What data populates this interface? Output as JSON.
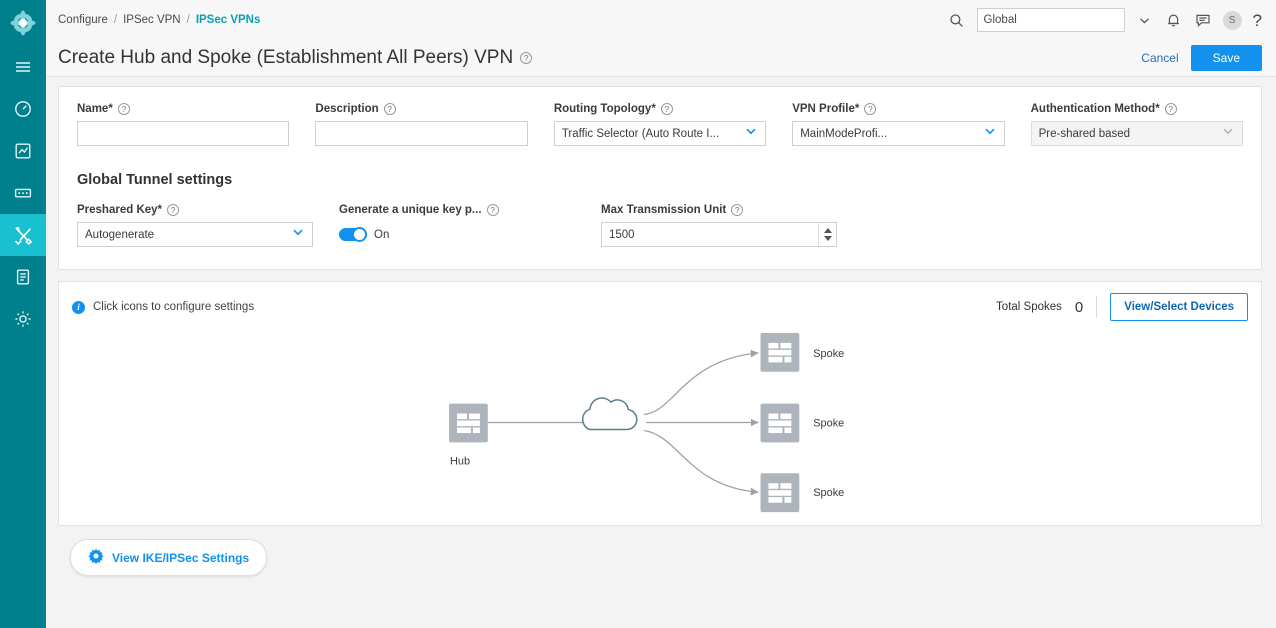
{
  "rail": {
    "logo": "logo-icon",
    "items": [
      {
        "name": "menu-icon",
        "active": false
      },
      {
        "name": "dashboard-icon",
        "active": false
      },
      {
        "name": "monitor-icon",
        "active": false
      },
      {
        "name": "devices-icon",
        "active": false
      },
      {
        "name": "configure-tools-icon",
        "active": true
      },
      {
        "name": "reports-icon",
        "active": false
      },
      {
        "name": "settings-gear-icon",
        "active": false
      }
    ]
  },
  "topbar": {
    "breadcrumb": [
      "Configure",
      "IPSec VPN",
      "IPSec VPNs"
    ],
    "separator": "/",
    "search_icon": "search-icon",
    "scope_value": "Global",
    "scope_chevron": "chevron-down-icon",
    "bell_icon": "notifications-bell-icon",
    "feedback_icon": "feedback-icon",
    "avatar_initial": "S",
    "help_icon": "?"
  },
  "title": {
    "text": "Create Hub and Spoke (Establishment All Peers) VPN",
    "help_icon": "?",
    "cancel_label": "Cancel",
    "save_label": "Save"
  },
  "form": {
    "fields": [
      {
        "label": "Name*",
        "type": "input",
        "value": "",
        "placeholder": ""
      },
      {
        "label": "Description",
        "type": "input",
        "value": "",
        "placeholder": ""
      },
      {
        "label": "Routing Topology*",
        "type": "select",
        "value": "Traffic Selector (Auto Route I...",
        "disabled": false
      },
      {
        "label": "VPN Profile*",
        "type": "select",
        "value": "MainModeProfi...",
        "disabled": false
      },
      {
        "label": "Authentication Method*",
        "type": "select",
        "value": "Pre-shared based",
        "disabled": true
      }
    ],
    "section_title": "Global Tunnel settings",
    "tunnel_fields": [
      {
        "label": "Preshared Key*",
        "type": "select",
        "value": "Autogenerate",
        "disabled": false
      },
      {
        "label": "Generate a unique key p...",
        "type": "toggle",
        "value": "On",
        "on": true
      },
      {
        "label": "Max Transmission Unit",
        "type": "spinner",
        "value": "1500"
      }
    ]
  },
  "diagram": {
    "hint_text": "Click icons to configure settings",
    "hint_icon": "info-icon",
    "total_spokes_label": "Total Spokes",
    "total_spokes_value": "0",
    "view_devices_label": "View/Select Devices",
    "hub_label": "Hub",
    "hub_icon": "firewall-device-icon",
    "cloud_icon": "cloud-icon",
    "spokes": [
      {
        "label": "Spoke",
        "icon": "firewall-device-icon"
      },
      {
        "label": "Spoke",
        "icon": "firewall-device-icon"
      },
      {
        "label": "Spoke",
        "icon": "firewall-device-icon"
      }
    ]
  },
  "footer": {
    "ike_button_label": "View IKE/IPSec Settings",
    "ike_button_icon": "gear-icon"
  },
  "colors": {
    "rail": "#00808c",
    "rail_active": "#19c0cf",
    "accent_blue": "#1292ee",
    "breadcrumb_active": "#0b9fb4",
    "device_gray": "#aeb4bb",
    "cloud_stroke": "#5a7f8c",
    "page_bg": "#f3f3f3"
  }
}
